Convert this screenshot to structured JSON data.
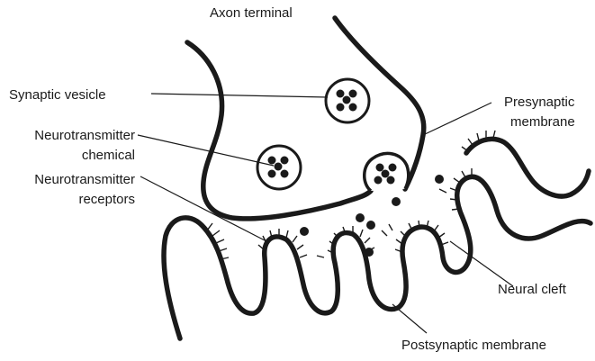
{
  "labels": {
    "axon_terminal": "Axon terminal",
    "synaptic_vesicle": "Synaptic vesicle",
    "neurotransmitter_chemical_line1": "Neurotransmitter",
    "neurotransmitter_chemical_line2": "chemical",
    "neurotransmitter_receptors_line1": "Neurotransmitter",
    "neurotransmitter_receptors_line2": "receptors",
    "presynaptic_membrane_line1": "Presynaptic",
    "presynaptic_membrane_line2": "membrane",
    "neural_cleft": "Neural cleft",
    "postsynaptic_membrane": "Postsynaptic membrane"
  }
}
